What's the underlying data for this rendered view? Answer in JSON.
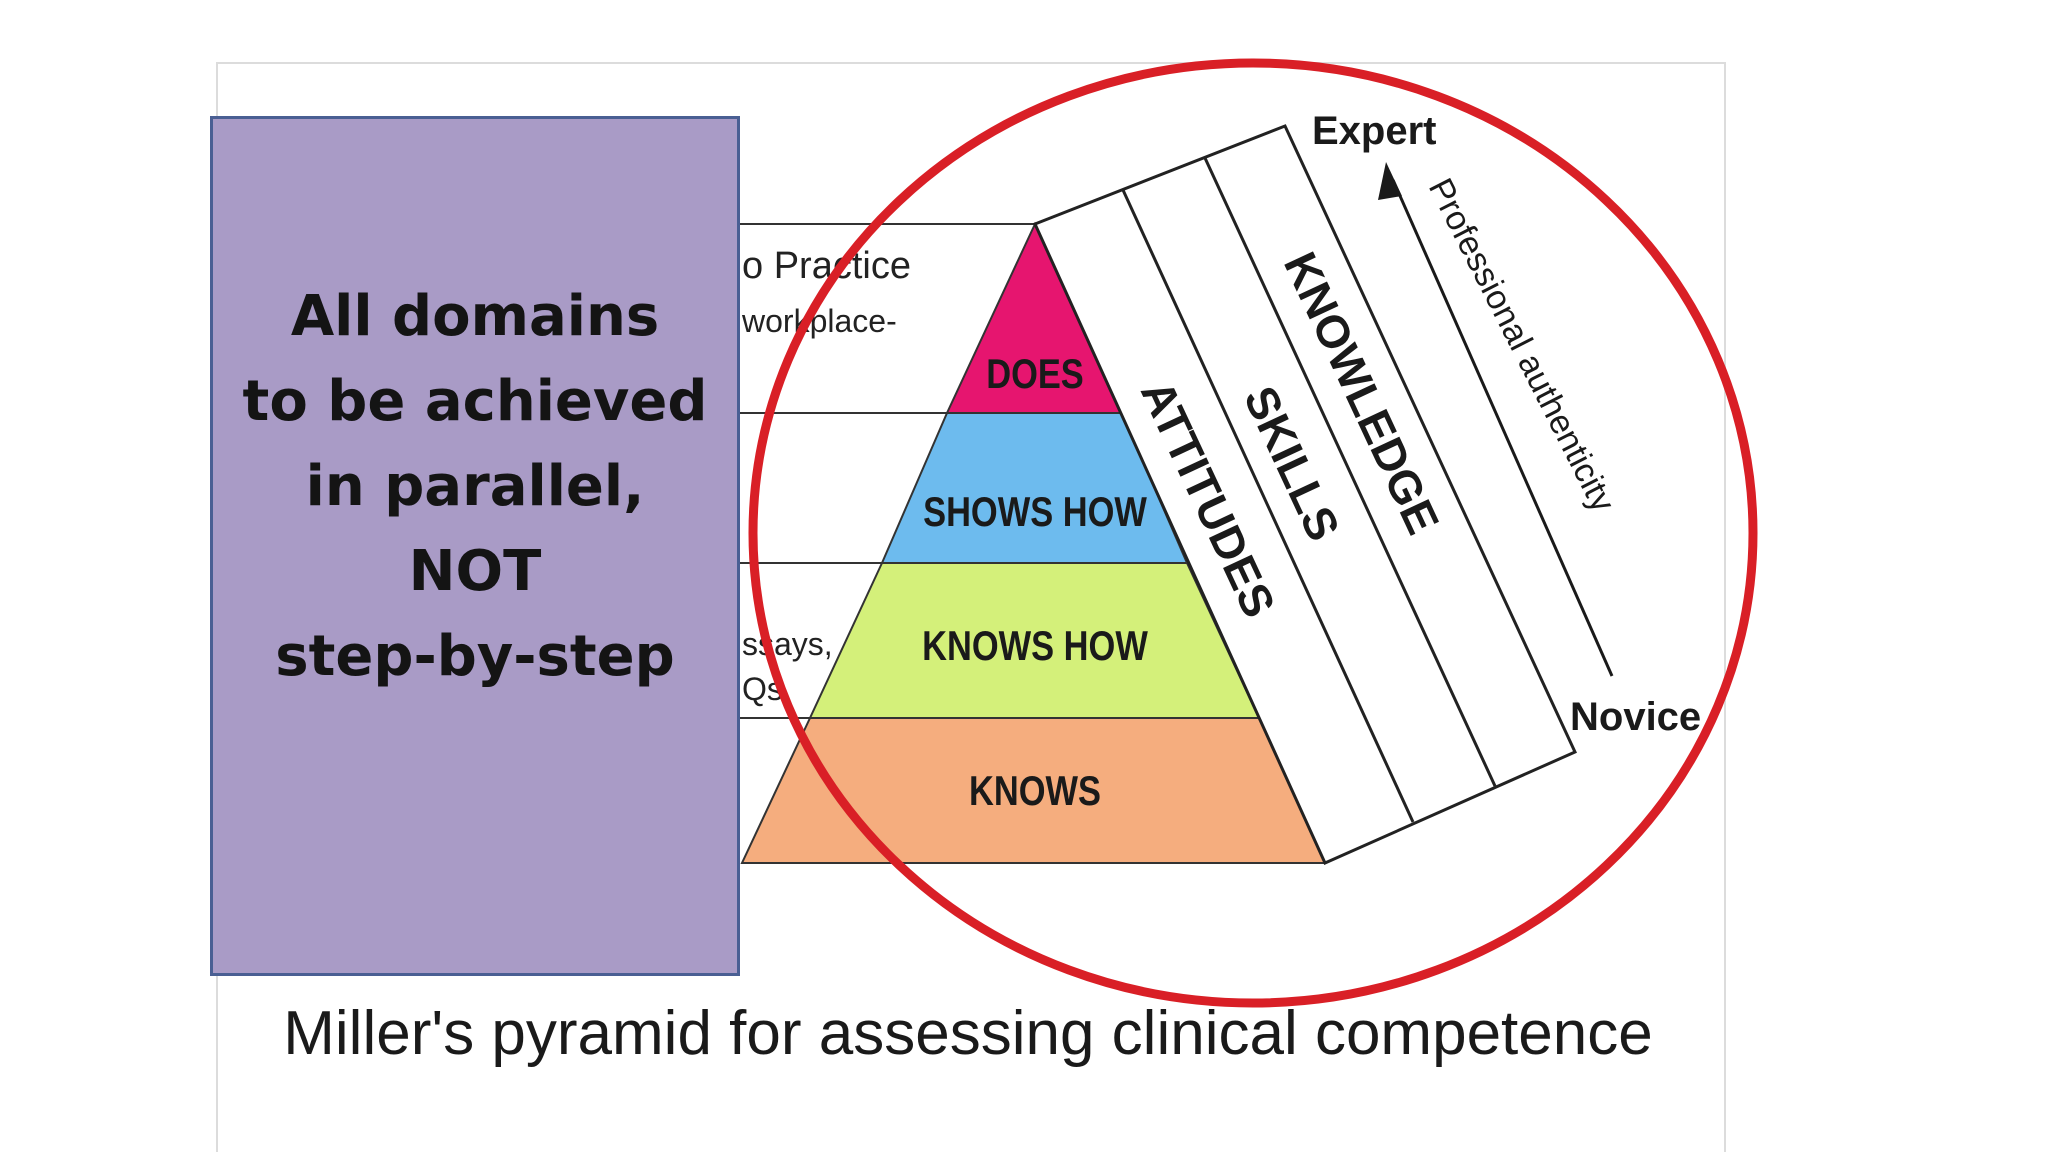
{
  "diagram": {
    "caption": "Miller's pyramid for assessing clinical competence",
    "pyramid_levels": [
      {
        "label": "DOES",
        "color": "#e6156f"
      },
      {
        "label": "SHOWS HOW",
        "color": "#6dbbee"
      },
      {
        "label": "KNOWS HOW",
        "color": "#d4f07a"
      },
      {
        "label": "KNOWS",
        "color": "#f5ad7e"
      }
    ],
    "domains": [
      "ATTITUDES",
      "SKILLS",
      "KNOWLEDGE"
    ],
    "axis": {
      "top_label": "Expert",
      "bottom_label": "Novice",
      "arrow_label": "Professional authenticity"
    },
    "partial_text": {
      "does_row_line1": "o Practice",
      "does_row_line2": "workplace-",
      "knowshow_row_line1": "ssays,",
      "knowshow_row_line2": "Qs"
    },
    "highlight_circle_color": "#d91f26"
  },
  "overlay": {
    "text": "All domains\nto be achieved\nin parallel,\nNOT\nstep-by-step",
    "background": "#a99bc6"
  }
}
